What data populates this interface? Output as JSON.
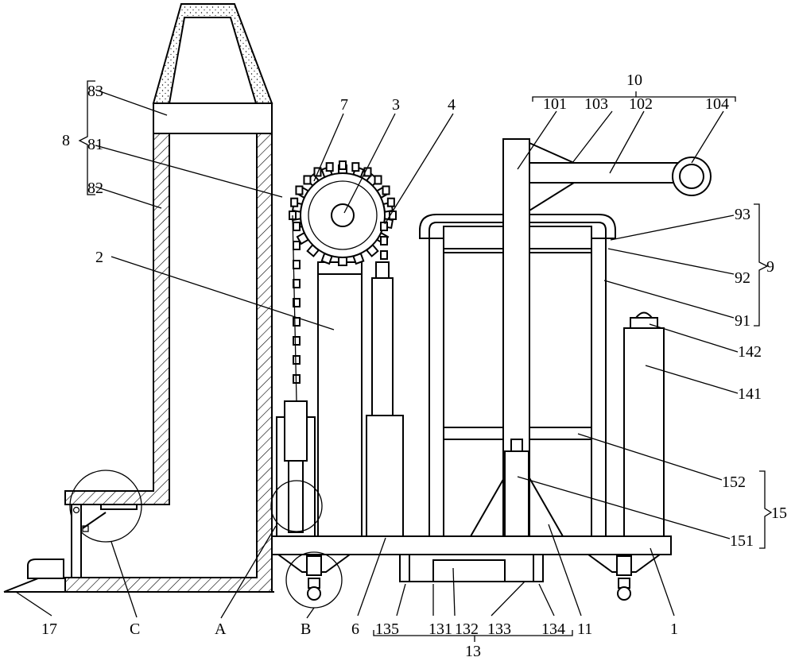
{
  "labels": {
    "l1": "1",
    "l2": "2",
    "l3": "3",
    "l4": "4",
    "l6": "6",
    "l7": "7",
    "l8": "8",
    "l81": "81",
    "l82": "82",
    "l83": "83",
    "l9": "9",
    "l91": "91",
    "l92": "92",
    "l93": "93",
    "l10": "10",
    "l101": "101",
    "l102": "102",
    "l103": "103",
    "l104": "104",
    "l11": "11",
    "l13": "13",
    "l131": "131",
    "l132": "132",
    "l133": "133",
    "l134": "134",
    "l135": "135",
    "l141": "141",
    "l142": "142",
    "l15": "15",
    "l151": "151",
    "l152": "152",
    "l17": "17",
    "lA": "A",
    "lB": "B",
    "lC": "C"
  },
  "colors": {
    "line": "#000000",
    "background": "#ffffff"
  }
}
